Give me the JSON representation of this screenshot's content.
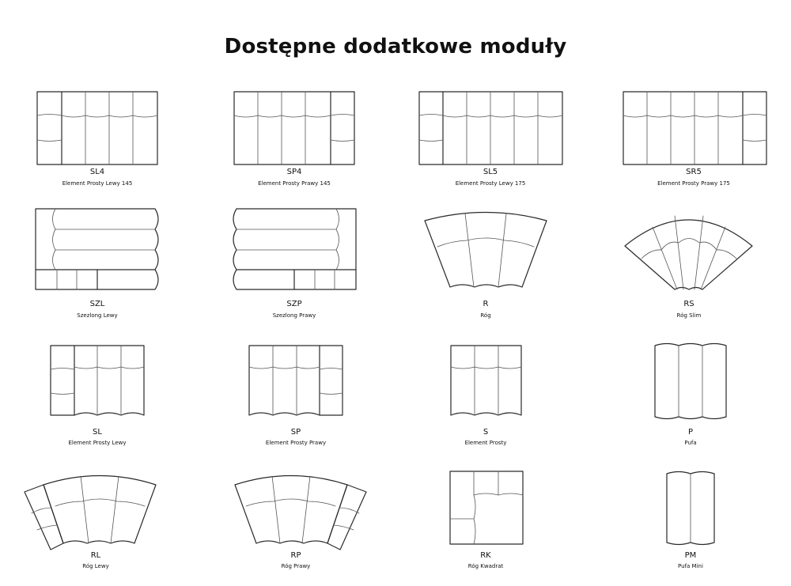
{
  "title": "Dostępne dodatkowe moduły",
  "modules": [
    {
      "code": "SL4",
      "name": "Element Prosty Lewy 145"
    },
    {
      "code": "SP4",
      "name": "Element Prosty Prawy 145"
    },
    {
      "code": "SL5",
      "name": "Element Prosty Lewy 175"
    },
    {
      "code": "SR5",
      "name": "Element Prosty Prawy 175"
    },
    {
      "code": "SZL",
      "name": "Szezlong Lewy"
    },
    {
      "code": "SZP",
      "name": "Szezlong Prawy"
    },
    {
      "code": "R",
      "name": "Róg"
    },
    {
      "code": "RS",
      "name": "Róg Slim"
    },
    {
      "code": "SL",
      "name": "Element Prosty Lewy"
    },
    {
      "code": "SP",
      "name": "Element Prosty Prawy"
    },
    {
      "code": "S",
      "name": "Element Prosty"
    },
    {
      "code": "P",
      "name": "Pufa"
    },
    {
      "code": "RL",
      "name": "Róg Lewy"
    },
    {
      "code": "RP",
      "name": "Róg Prawy"
    },
    {
      "code": "RK",
      "name": "Róg Kwadrat"
    },
    {
      "code": "PM",
      "name": "Pufa Mini"
    }
  ]
}
